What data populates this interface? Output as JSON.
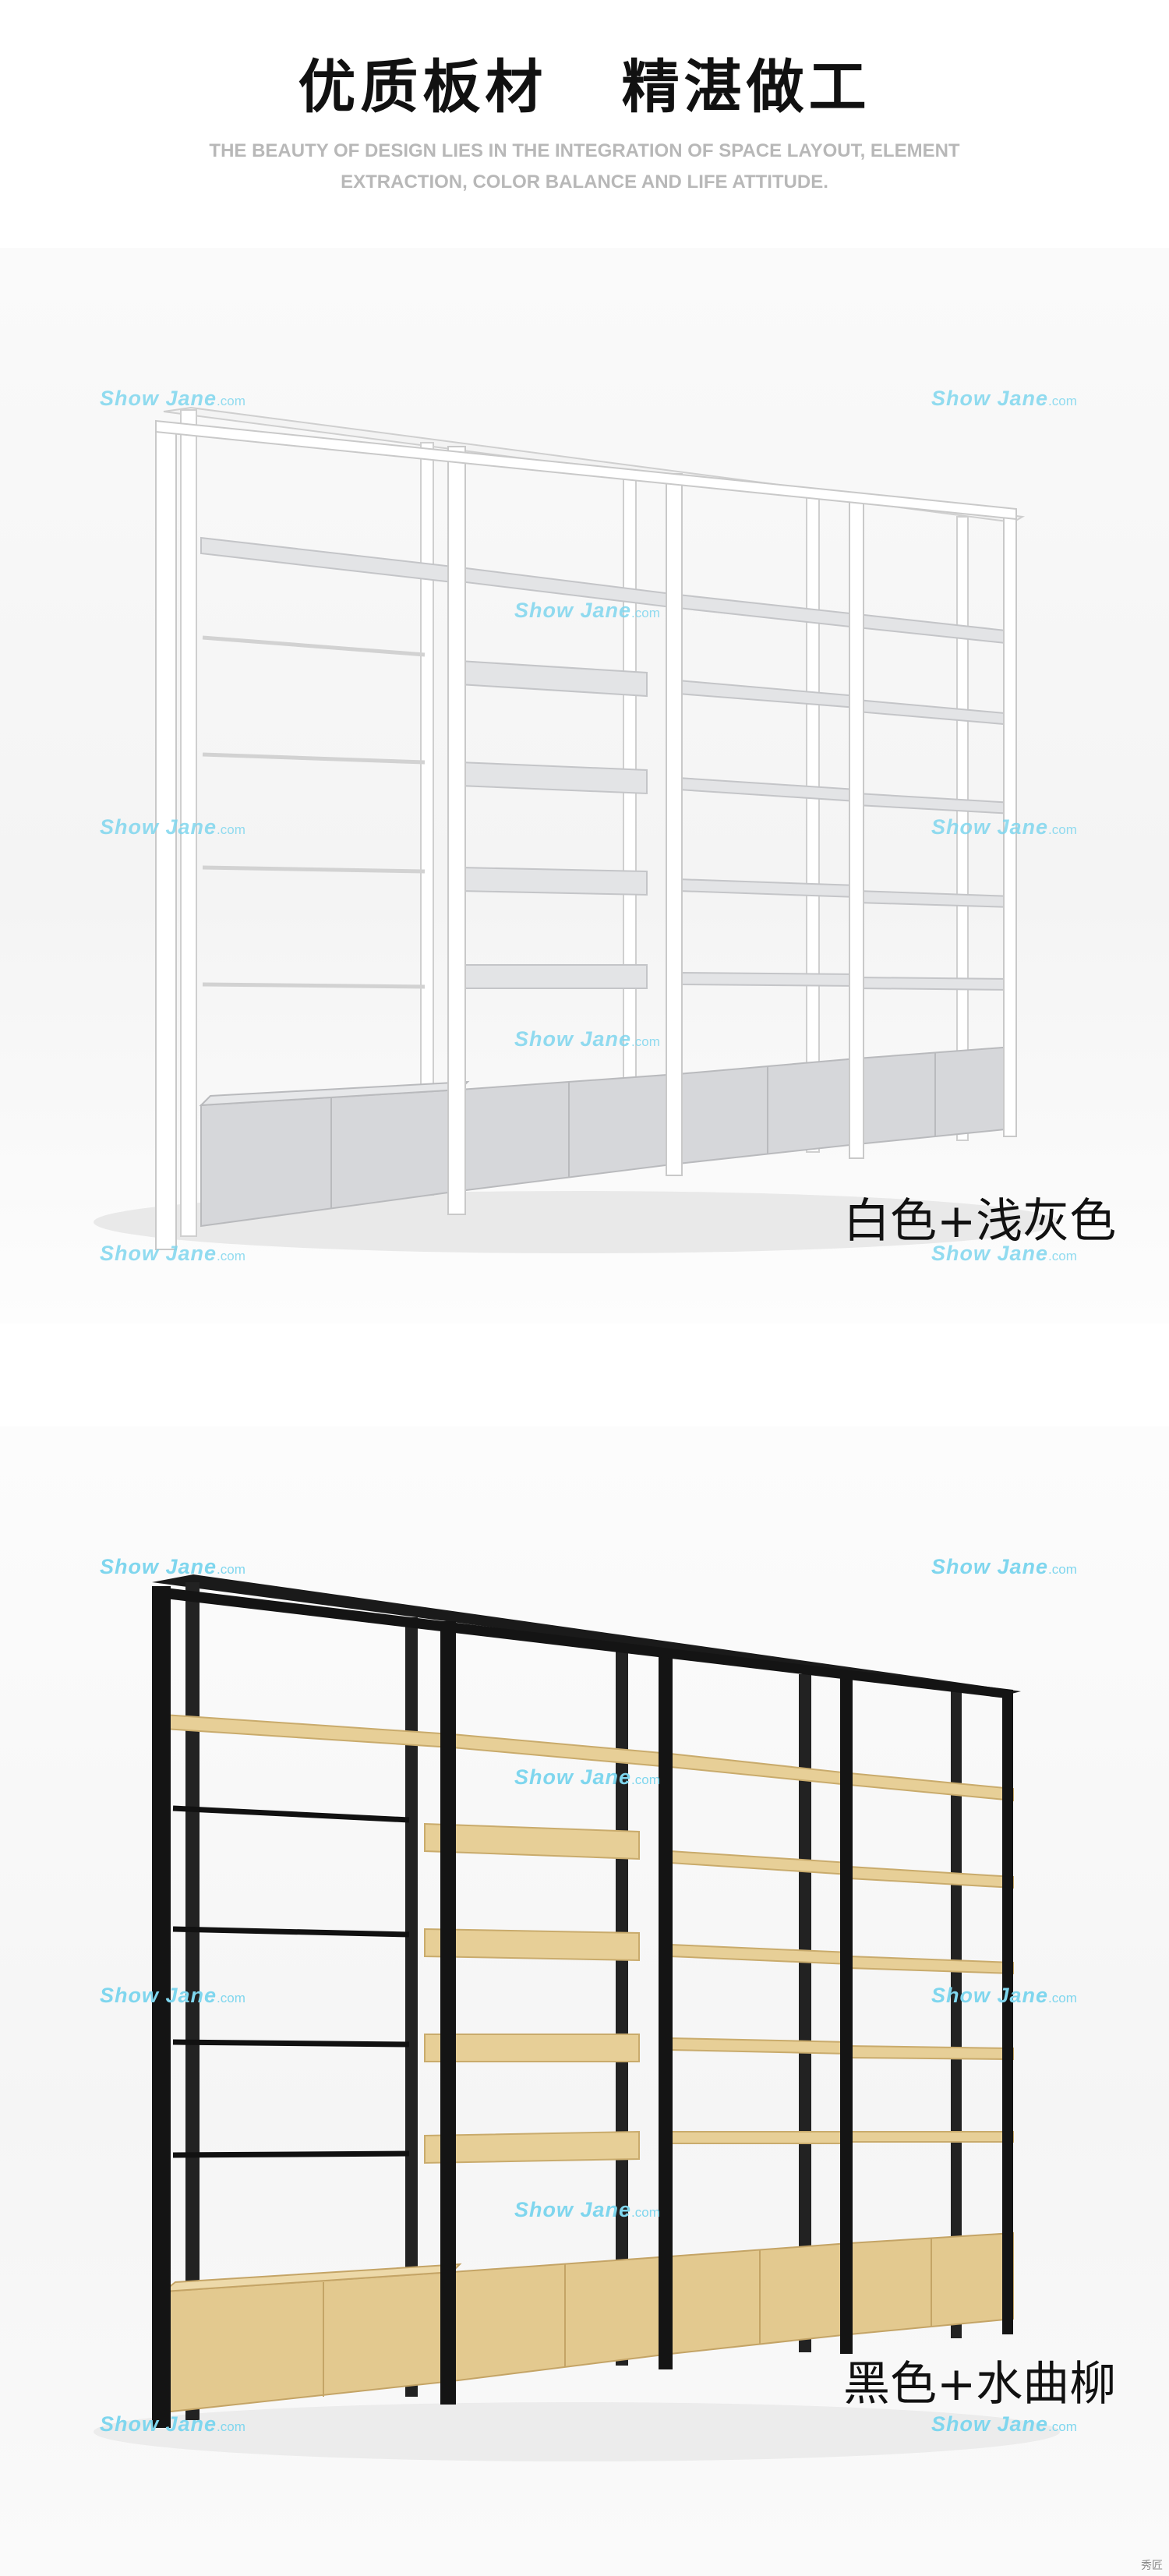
{
  "header": {
    "title": "优质板材   精湛做工",
    "subtitle": "THE BEAUTY OF DESIGN LIES IN THE INTEGRATION OF SPACE LAYOUT, ELEMENT EXTRACTION, COLOR BALANCE AND LIFE ATTITUDE."
  },
  "watermark": {
    "brand": "Show Jane",
    "domain": ".com"
  },
  "products": [
    {
      "label": "白色+浅灰色",
      "frame_color": "#ffffff",
      "shelf_color": "#d9dadc"
    },
    {
      "label": "黑色+水曲柳",
      "frame_color": "#141414",
      "shelf_color": "#e8cf98"
    }
  ],
  "corner_mark": "秀匠"
}
